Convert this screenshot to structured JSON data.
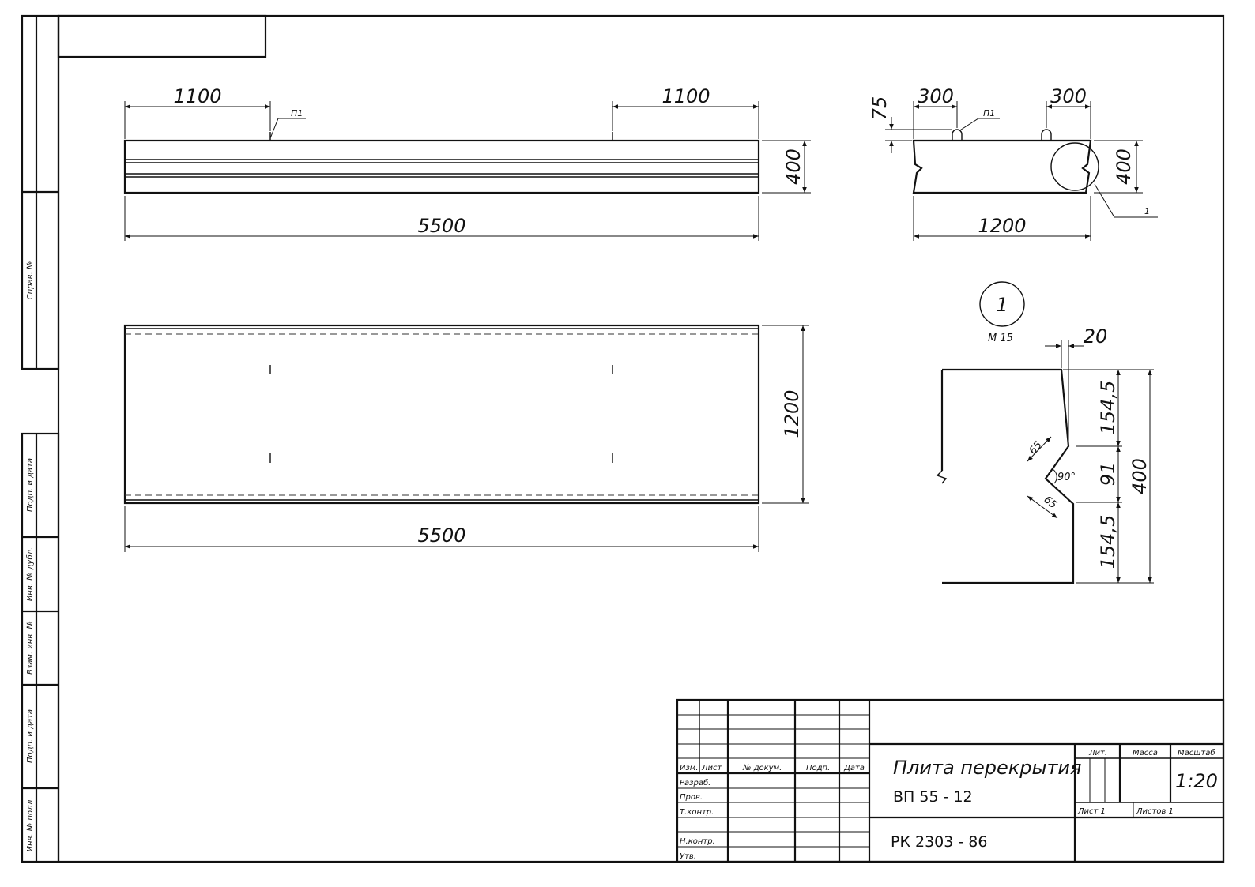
{
  "side_labels": [
    "Справ. №",
    "Подп. и дата",
    "Инв. № дубл.",
    "Взам. инв. №",
    "Подп. и дата",
    "Инв. № подл."
  ],
  "elevation": {
    "dim_left": "1100",
    "dim_right": "1100",
    "dim_height": "400",
    "dim_length": "5500",
    "loop_label": "П1"
  },
  "plan": {
    "dim_width": "1200",
    "dim_length": "5500"
  },
  "section": {
    "dim_75": "75",
    "dim_left": "300",
    "dim_right": "300",
    "loop_label": "П1",
    "dim_height": "400",
    "dim_width": "1200",
    "callout_label": "1"
  },
  "detail": {
    "circle_label": "1",
    "scale": "М 15",
    "dim_20": "20",
    "dim_top": "154,5",
    "dim_mid": "91",
    "dim_bottom": "154,5",
    "dim_total": "400",
    "dim_65_top": "65",
    "dim_65_bottom": "65",
    "angle": "90°"
  },
  "title_block": {
    "col_headers": [
      "Изм.",
      "Лист",
      "№ докум.",
      "Подп.",
      "Дата"
    ],
    "row_labels": [
      "Разраб.",
      "Пров.",
      "Т.контр.",
      "",
      "Н.контр.",
      "Утв."
    ],
    "title": "Плита перекрытия",
    "designation": "ВП 55 - 12",
    "document": "РК 2303 - 86",
    "lit_label": "Лит.",
    "mass_label": "Масса",
    "scale_label": "Масштаб",
    "scale_value": "1:20",
    "sheet": "Лист 1",
    "sheets": "Листов 1"
  }
}
